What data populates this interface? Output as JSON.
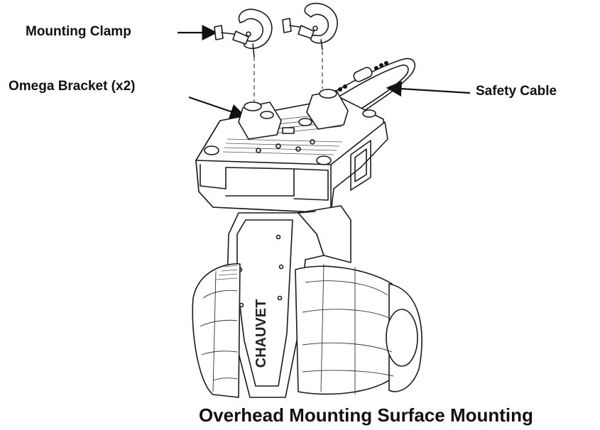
{
  "labels": {
    "mounting_clamp": "Mounting Clamp",
    "omega_bracket": "Omega Bracket (x2)",
    "safety_cable": "Safety Cable"
  },
  "caption": "Overhead Mounting Surface Mounting",
  "arm_text": "CHAUVET",
  "colors": {
    "line": "#1a1a1a",
    "background": "#ffffff"
  }
}
